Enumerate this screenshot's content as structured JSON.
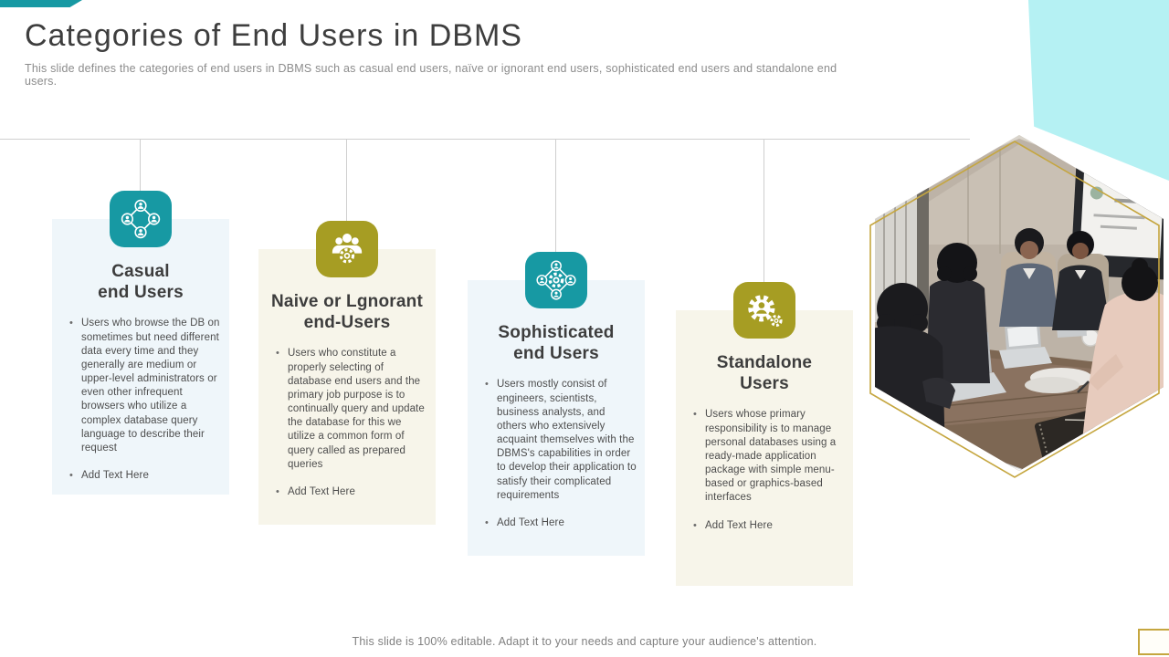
{
  "slide": {
    "title": "Categories of End Users in DBMS",
    "subtitle": "This slide defines the categories of end users in DBMS such as casual end users, naïve or ignorant end users, sophisticated end users and standalone end users.",
    "footer": "This slide is 100% editable. Adapt it to your needs and capture your audience's attention."
  },
  "colors": {
    "accent_teal": "#1799A3",
    "accent_olive": "#A69D23",
    "card_blue_bg": "#EFF6FA",
    "card_cream_bg": "#F7F5EA",
    "corner_cyan": "#B5F1F3",
    "hex_outline_gold": "#C5A63F",
    "connector_gray": "#CFCFCF"
  },
  "cards": [
    {
      "icon": "users-network",
      "accent": "teal",
      "title": "Casual\nend Users",
      "bullets": [
        "Users who browse the DB on sometimes but need different data every time and they generally are medium or upper-level administrators or even other infrequent browsers who utilize a complex database query language to describe their request",
        "Add Text Here"
      ]
    },
    {
      "icon": "team-gear",
      "accent": "olive",
      "title": "Naive or Lgnorant\nend-Users",
      "bullets": [
        "Users who constitute a properly selecting of database end users and the primary job purpose is to continually query and update the database for this we utilize a common form of query called as prepared queries",
        "Add Text Here"
      ]
    },
    {
      "icon": "gear-network",
      "accent": "teal",
      "title": "Sophisticated\nend Users",
      "bullets": [
        "Users mostly consist of engineers, scientists, business analysts, and others who extensively acquaint themselves with the DBMS's capabilities in order to develop their application to satisfy their complicated requirements",
        "Add Text Here"
      ]
    },
    {
      "icon": "user-gear",
      "accent": "olive",
      "title": "Standalone\nUsers",
      "bullets": [
        "Users whose primary responsibility is to manage personal databases using a ready-made application package with simple menu-based or graphics-based interfaces",
        "Add Text Here"
      ]
    }
  ],
  "image": {
    "description": "Team meeting around conference table photo in hexagon frame"
  }
}
